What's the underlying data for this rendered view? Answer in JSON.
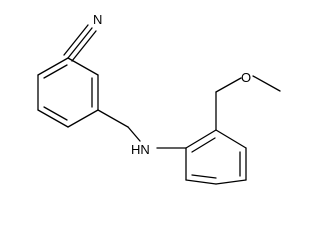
{
  "molecule": {
    "atoms": {
      "nitrile_n": "N",
      "amine": "HN",
      "ether_o": "O"
    }
  },
  "colors": {
    "bond": "#000000",
    "label": "#000000",
    "background": "#ffffff"
  }
}
